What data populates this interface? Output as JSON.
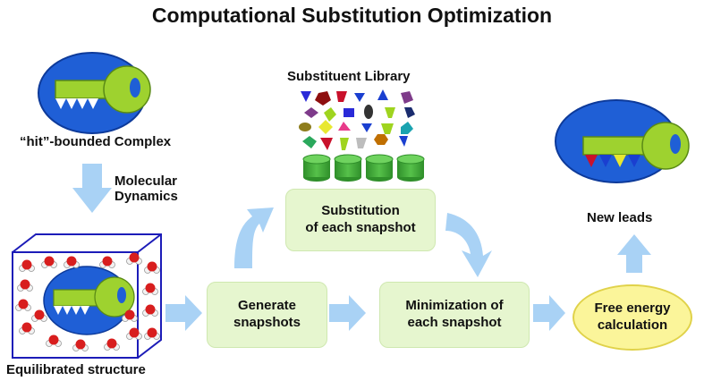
{
  "title": "Computational Substitution Optimization",
  "labels": {
    "hit_complex": "“hit”-bounded Complex",
    "molecular_dynamics": "Molecular\nDynamics",
    "equilibrated": "Equilibrated structure",
    "library": "Substituent Library",
    "new_leads": "New leads"
  },
  "steps": {
    "generate": "Generate\nsnapshots",
    "substitution": "Substitution\nof each snapshot",
    "minimization": "Minimization of\neach snapshot",
    "free_energy": "Free energy\ncalculation"
  },
  "colors": {
    "arrow": "#a9d2f5",
    "box_fill": "#e6f6cf",
    "ellipse_fill": "#fbf59a",
    "lock_blue": "#1f5fd6",
    "key_green": "#9ed22f",
    "database_green": "#3aa532"
  },
  "icons": [
    "lock-key-icon",
    "water-box-icon",
    "substituent-shapes-icon",
    "database-icon",
    "new-lead-key-icon"
  ]
}
